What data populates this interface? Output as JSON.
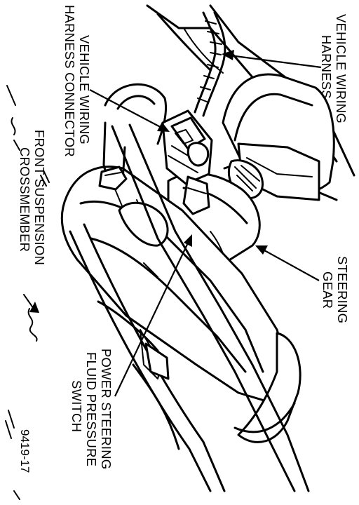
{
  "labels": {
    "vehicle_wiring_harness": [
      "VEHICLE WIRING",
      "HARNESS"
    ],
    "vehicle_wiring_harness_connector": [
      "VEHICLE WIRING",
      "HARNESS CONNECTOR"
    ],
    "steering_gear": [
      "STEERING",
      "GEAR"
    ],
    "front_suspension_crossmember": [
      "FRONT SUSPENSION",
      "CROSSMEMBER"
    ],
    "power_steering_fluid_pressure_switch": [
      "POWER STEERING",
      "FLUID PRESSURE",
      "SWITCH"
    ]
  },
  "figure_number": "9419-17"
}
